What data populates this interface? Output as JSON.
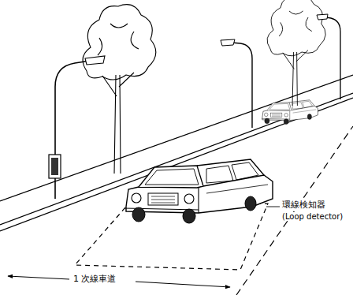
{
  "diagram": {
    "labels": [
      "環線検知器",
      "(Loop detector)",
      "1 次線車道"
    ]
  }
}
